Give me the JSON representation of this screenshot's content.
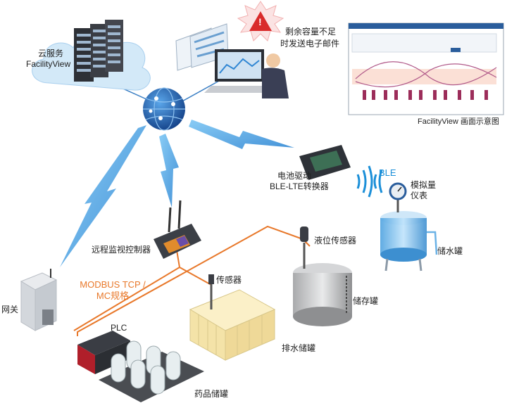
{
  "labels": {
    "cloud_server": "云服务",
    "facilityview": "FacilityView",
    "alert_line1": "剩余容量不足",
    "alert_line2": "时发送电子邮件",
    "screen_caption": "FacilityView 画面示意图",
    "converter_line1": "电池驱动",
    "converter_line2": "BLE-LTE转换器",
    "ble": "BLE",
    "meter_line1": "模拟量",
    "meter_line2": "仪表",
    "water_tank": "储水罐",
    "remote_controller": "远程监视控制器",
    "level_sensor": "液位传感器",
    "storage_tank": "储存罐",
    "sensor": "传感器",
    "modbus_line1": "MODBUS TCP /",
    "modbus_line2": "MC规格",
    "gateway": "网关",
    "plc": "PLC",
    "drain_tank": "排水储罐",
    "chemical_tank": "药品储罐",
    "alert_mark": "!"
  },
  "colors": {
    "orange_line": "#e8782a",
    "lightning_blue": "#4aa9e6",
    "globe_blue": "#1f5fa8",
    "ble_blue": "#1b8fd8"
  },
  "icons": [
    "cloud-icon",
    "server-rack-icon",
    "globe-icon",
    "warning-icon",
    "lightning-icon",
    "wifi-waves-icon"
  ]
}
